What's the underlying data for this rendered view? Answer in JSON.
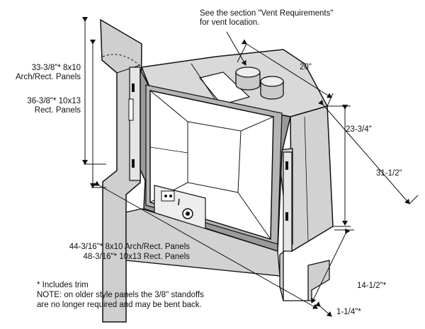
{
  "callouts": {
    "vent_note_line1": "See the section \"Vent Requirements\"",
    "vent_note_line2": "for vent location."
  },
  "dimensions": {
    "top_depth": "20\"",
    "height_23": "23-3/4\"",
    "width_31": "31-1/2\"",
    "depth_14": "14-1/2\"*",
    "standoff_depth": "1-1/4\"*",
    "height_33_line1": "33-3/8\"* 8x10",
    "height_33_line2": "Arch/Rect. Panels",
    "height_36_line1": "36-3/8\"* 10x13",
    "height_36_line2": "Rect. Panels",
    "width_44": "44-3/16\"* 8x10 Arch/Rect. Panels",
    "width_48": "48-3/16\"* 10x13 Rect. Panels"
  },
  "notes": {
    "trim": "* Includes trim",
    "note_line1": "NOTE: on older style panels the 3/8\" standoffs",
    "note_line2": "are no longer required and may be bent back."
  },
  "colors": {
    "line": "#111111",
    "panel_gray": "#c9c9c9",
    "dark_gray": "#9a9a9a",
    "top_gray": "#d9d9d9"
  }
}
